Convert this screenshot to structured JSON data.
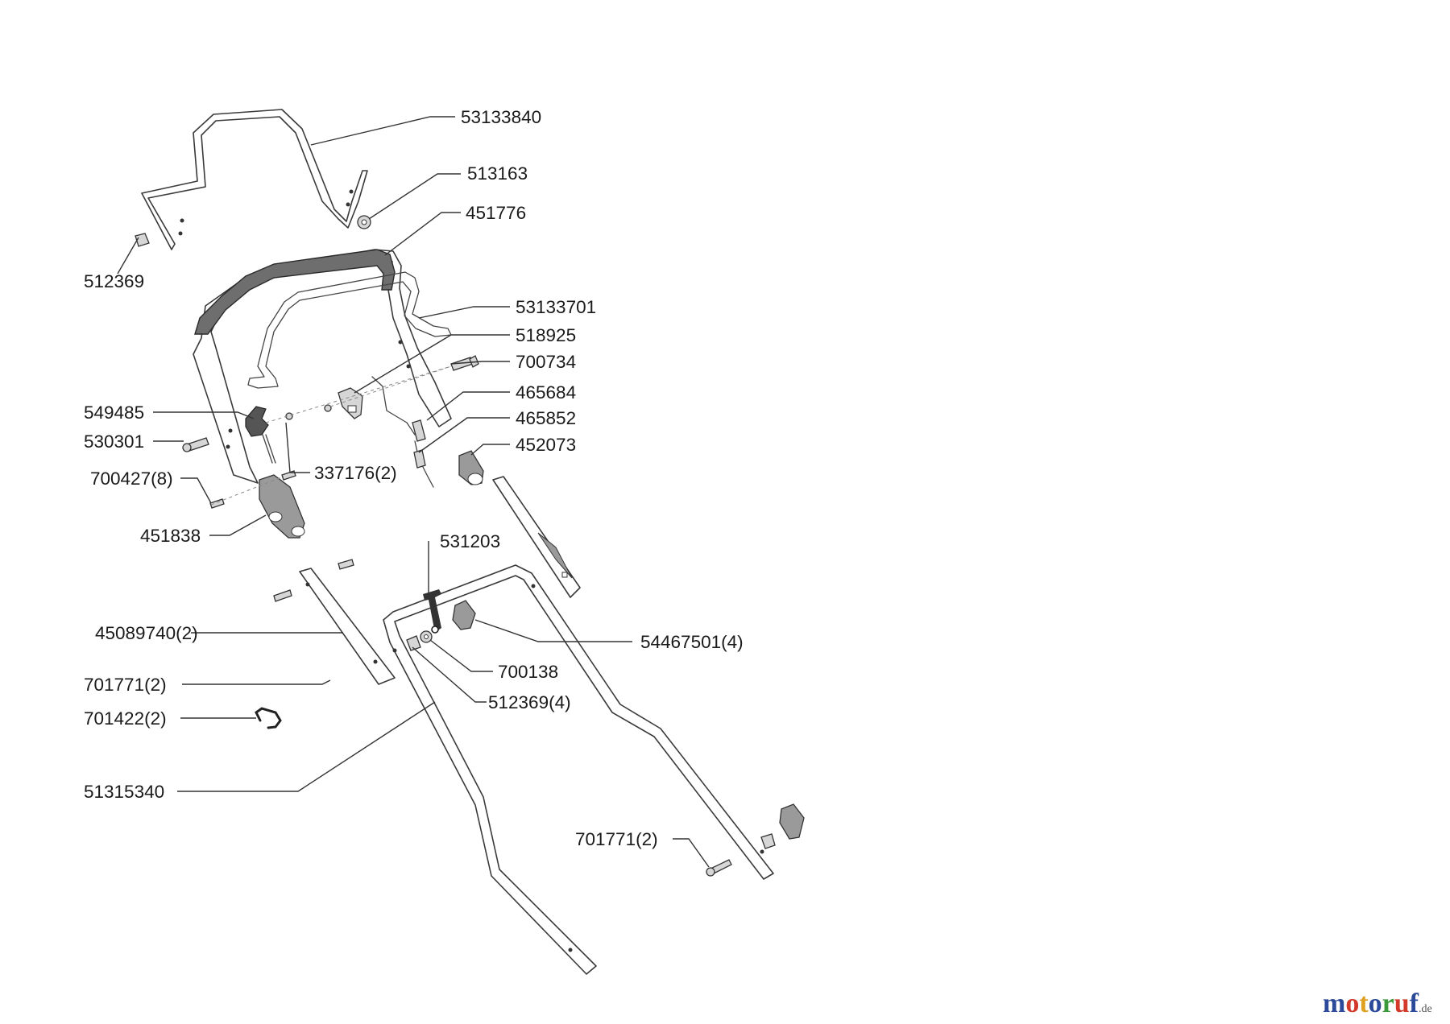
{
  "diagram": {
    "parts": [
      {
        "id": "p01",
        "number": "53133840"
      },
      {
        "id": "p02",
        "number": "513163"
      },
      {
        "id": "p03",
        "number": "451776"
      },
      {
        "id": "p04",
        "number": "512369"
      },
      {
        "id": "p05",
        "number": "53133701"
      },
      {
        "id": "p06",
        "number": "518925"
      },
      {
        "id": "p07",
        "number": "700734"
      },
      {
        "id": "p08",
        "number": "549485"
      },
      {
        "id": "p09",
        "number": "465684"
      },
      {
        "id": "p10",
        "number": "465852"
      },
      {
        "id": "p11",
        "number": "530301"
      },
      {
        "id": "p12",
        "number": "452073"
      },
      {
        "id": "p13",
        "number": "337176(2)"
      },
      {
        "id": "p14",
        "number": "700427(8)"
      },
      {
        "id": "p15",
        "number": "451838"
      },
      {
        "id": "p16",
        "number": "531203"
      },
      {
        "id": "p17",
        "number": "45089740(2)"
      },
      {
        "id": "p18",
        "number": "54467501(4)"
      },
      {
        "id": "p19",
        "number": "700138"
      },
      {
        "id": "p20",
        "number": "701771(2)"
      },
      {
        "id": "p21",
        "number": "512369(4)"
      },
      {
        "id": "p22",
        "number": "701422(2)"
      },
      {
        "id": "p23",
        "number": "51315340"
      },
      {
        "id": "p24",
        "number": "701771(2)"
      }
    ]
  },
  "brand": {
    "letters": [
      {
        "ch": "m",
        "color": "#2c4a9a"
      },
      {
        "ch": "o",
        "color": "#d23a2a"
      },
      {
        "ch": "t",
        "color": "#e0a020"
      },
      {
        "ch": "o",
        "color": "#2c4a9a"
      },
      {
        "ch": "r",
        "color": "#3a9a3a"
      },
      {
        "ch": "u",
        "color": "#d23a2a"
      },
      {
        "ch": "f",
        "color": "#2c4a9a"
      }
    ],
    "suffix": ".de"
  }
}
